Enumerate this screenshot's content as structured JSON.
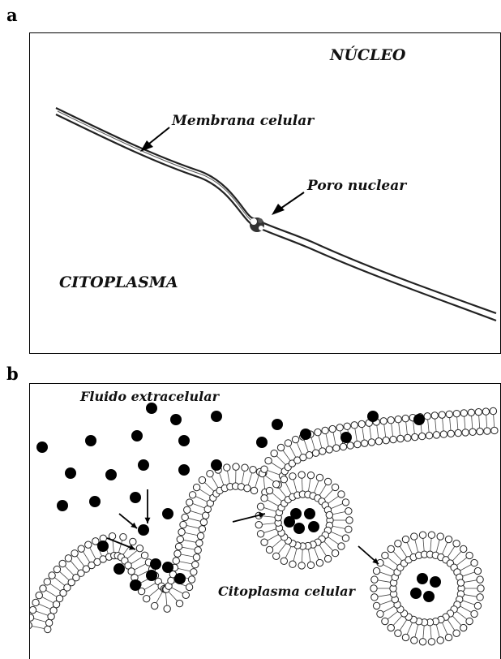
{
  "panel_a": {
    "letter": "a",
    "nucleus_label": "NÚCLEO",
    "membrane_label": "Membrana celular",
    "pore_label": "Poro nuclear",
    "cytoplasm_label": "CITOPLASMA"
  },
  "panel_b": {
    "letter": "b",
    "fluid_label": "Fluido extracelular",
    "cytoplasm_label": "Citoplasma celular"
  }
}
